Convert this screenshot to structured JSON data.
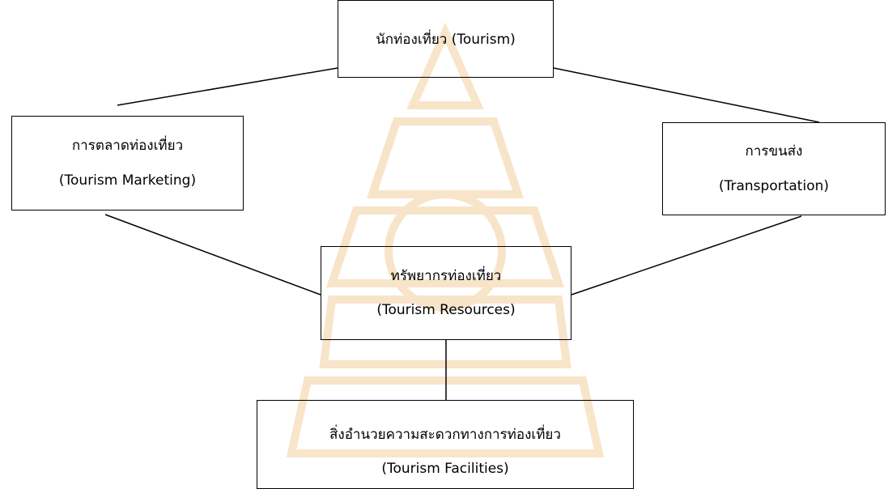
{
  "diagram": {
    "nodes": {
      "tourist": {
        "thai": "นักท่องเที่ยว (Tourism)"
      },
      "marketing": {
        "thai": "การตลาดท่องเที่ยว",
        "english": "(Tourism Marketing)"
      },
      "transport": {
        "thai": "การขนส่ง",
        "english": "(Transportation)"
      },
      "resources": {
        "thai": "ทรัพยากรท่องเที่ยว",
        "english": "(Tourism Resources)"
      },
      "facilities": {
        "thai": "สิ่งอำนวยความสะดวกทางการท่องเที่ยว",
        "english": "(Tourism Facilities)"
      }
    },
    "edges": [
      {
        "from": "tourist",
        "to": "marketing"
      },
      {
        "from": "tourist",
        "to": "transport"
      },
      {
        "from": "marketing",
        "to": "resources"
      },
      {
        "from": "transport",
        "to": "resources"
      },
      {
        "from": "resources",
        "to": "facilities"
      }
    ],
    "watermark_color": "#f3d9b5"
  }
}
